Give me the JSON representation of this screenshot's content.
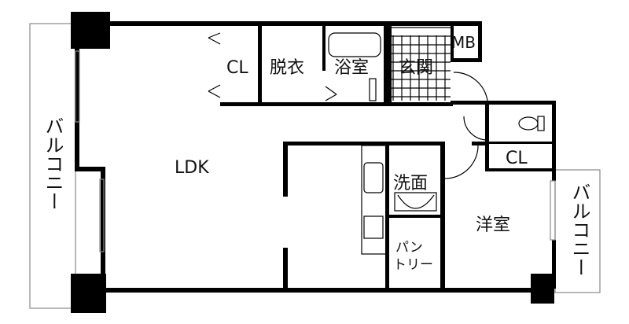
{
  "floor_plan": {
    "rooms": {
      "ldk": "LDK",
      "closet_top": "CL",
      "dressing": "脱衣",
      "bathroom": "浴室",
      "entrance": "玄関",
      "meter_box": "MB",
      "washroom": "洗面",
      "western_room": "洋室",
      "closet_right": "CL",
      "pantry_line1": "パン",
      "pantry_line2": "トリー",
      "balcony_left": "バルコニー",
      "balcony_right": "バルコニー"
    },
    "colors": {
      "wall": "#000000",
      "outline": "#888888",
      "background": "#ffffff"
    }
  }
}
